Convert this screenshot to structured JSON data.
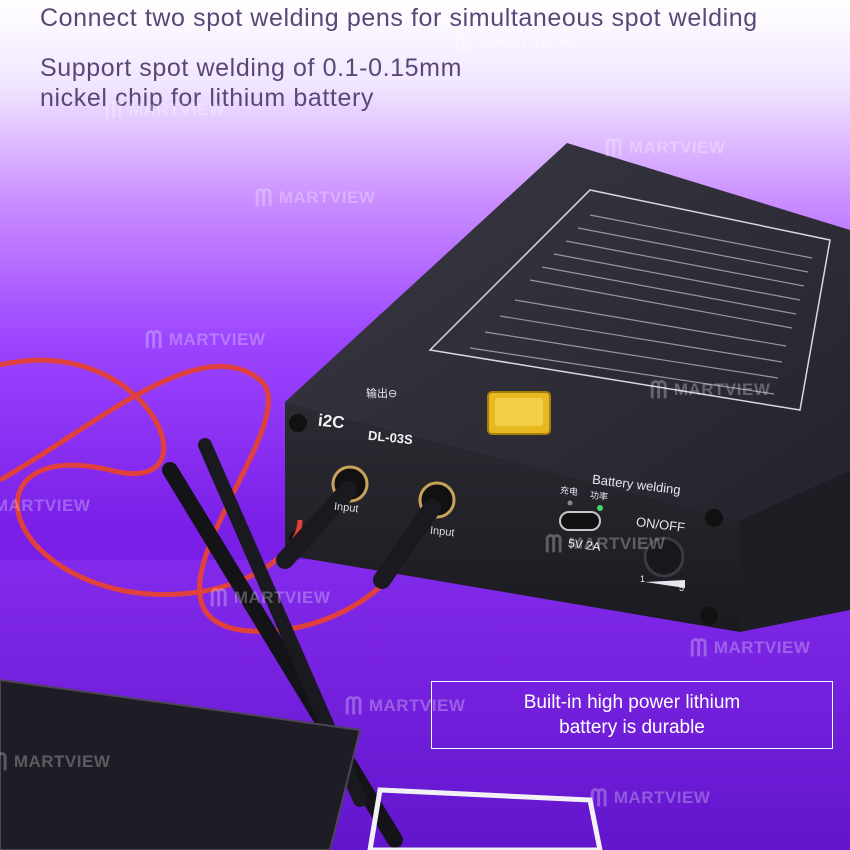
{
  "headlines": {
    "line1": "Connect two spot welding pens for simultaneous spot welding",
    "line2": "Support spot welding of 0.1-0.15mm",
    "line3": "nickel chip for lithium battery"
  },
  "caption": {
    "line1": "Built-in high power lithium",
    "line2": "battery is durable"
  },
  "device": {
    "brand": "i2C",
    "model": "DL-03S",
    "panel_title": "Battery welding",
    "switch_label": "ON/OFF",
    "usb_label": "5V 2A",
    "charge_label": "充电",
    "power_label": "功率",
    "output_label": "输出⊖",
    "input_left": "Input",
    "input_right": "Input",
    "scale_min": "1",
    "scale_max": "5"
  },
  "watermark": "MARTVIEW",
  "colors": {
    "background_purple": "#7a1fe8",
    "device_body": "#2a2a33",
    "cable_red": "#e0413c",
    "connector_yellow": "#e8b820"
  }
}
